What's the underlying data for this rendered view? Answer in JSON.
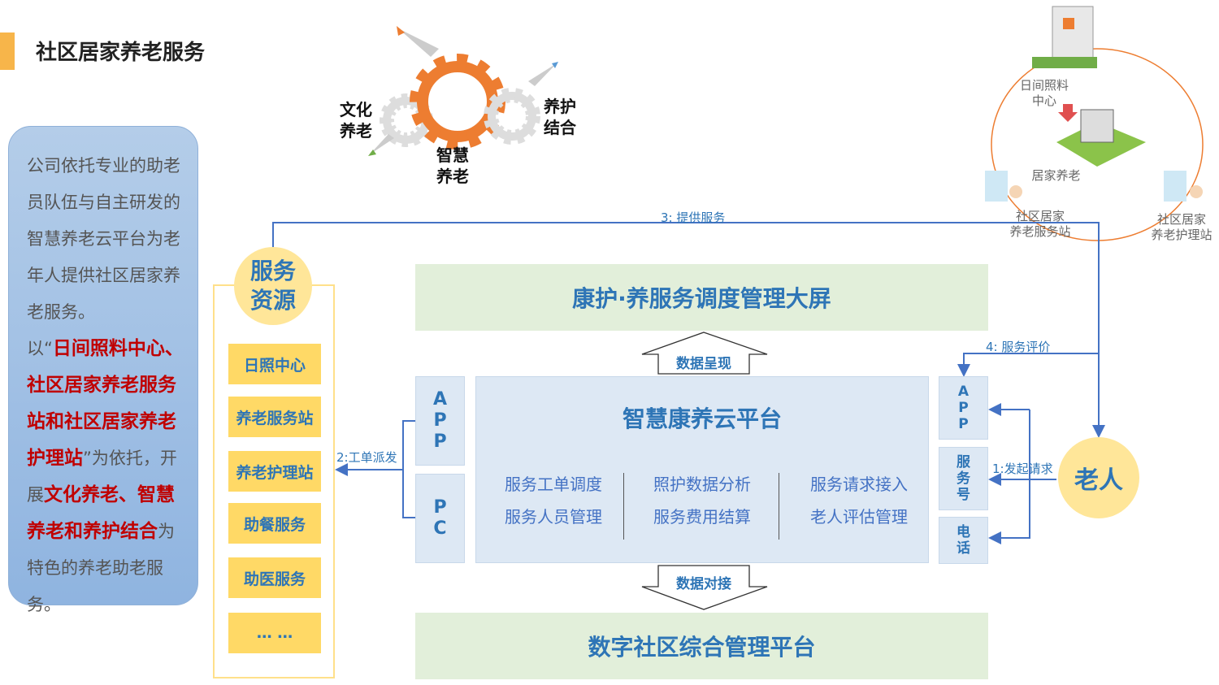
{
  "header": {
    "title": "社区居家养老服务"
  },
  "description": {
    "p1": "公司依托专业的助老员队伍与自主研发的智慧养老云平台为老年人提供社区居家养老服务。",
    "p2_a": "以“",
    "p2_red1": "日间照料中心、社区居家养老服务站和社区居家养老护理站",
    "p2_b": "”为依托，开展",
    "p2_red2": "文化养老、智慧养老和养护结合",
    "p2_c": "为特色的养老助老服务。"
  },
  "gears": {
    "left": "文化\n养老",
    "center": "智慧\n养老",
    "right": "养护\n结合"
  },
  "places": {
    "day_care": "日间照料\n中心",
    "home": "居家养老",
    "service_station": "社区居家\n养老服务站",
    "nursing_station": "社区居家\n养老护理站"
  },
  "resources": {
    "title": "服务\n资源",
    "items": [
      "日照中心",
      "养老服务站",
      "养老护理站",
      "助餐服务",
      "助医服务",
      "… …"
    ]
  },
  "top_screen": "康护·养服务调度管理大屏",
  "bottom_platform": "数字社区综合管理平台",
  "arrows": {
    "present": "数据呈现",
    "connect": "数据对接"
  },
  "platform": {
    "title": "智慧康养云平台",
    "columns": [
      [
        "服务工单调度",
        "服务人员管理"
      ],
      [
        "照护数据分析",
        "服务费用结算"
      ],
      [
        "服务请求接入",
        "老人评估管理"
      ]
    ]
  },
  "left_channels": [
    "A\nP\nP",
    "P\nC"
  ],
  "right_channels": [
    "A\nP\nP",
    "服\n务\n号",
    "电\n话"
  ],
  "elder": "老人",
  "flows": {
    "step1": "1:发起请求",
    "step2": "2:工单派发",
    "step3": "3: 提供服务",
    "step4": "4: 服务评价"
  },
  "colors": {
    "accent": "#2e75b6",
    "line": "#4472c4",
    "yellow": "#ffd966",
    "green": "#e2efda",
    "red": "#c00000",
    "orange": "#ed7d31"
  }
}
